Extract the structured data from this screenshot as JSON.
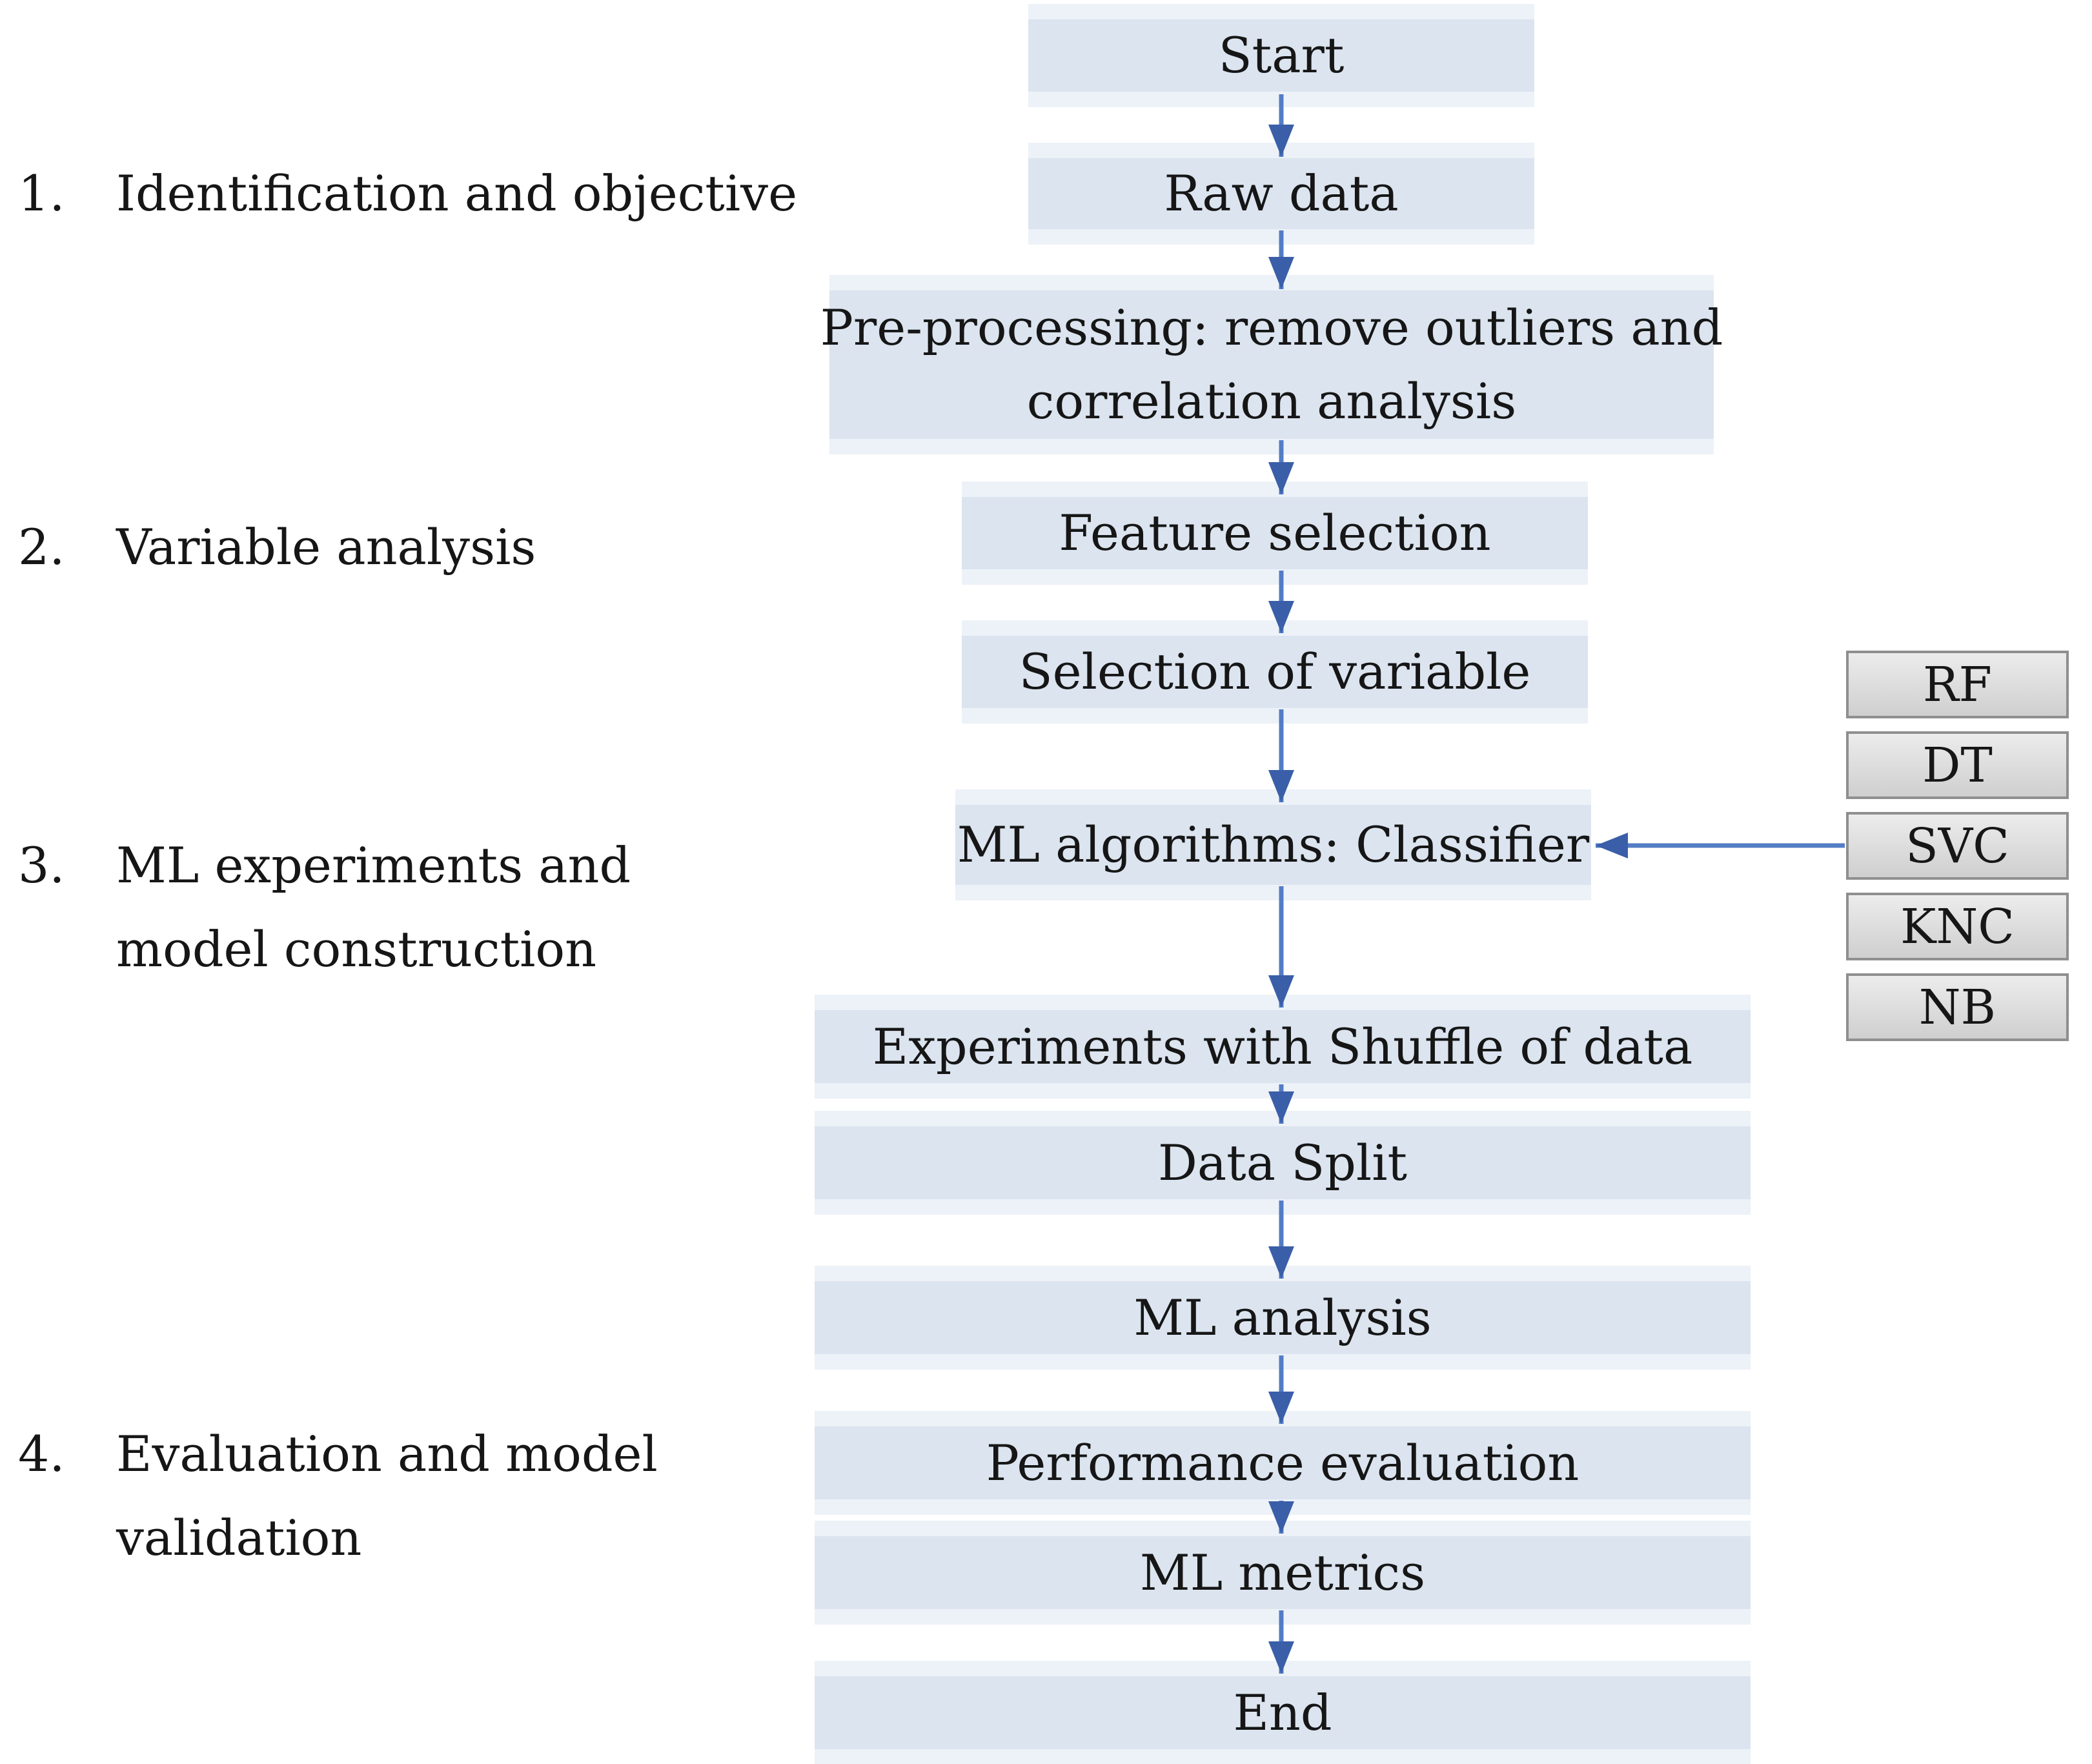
{
  "figure": {
    "type": "flowchart",
    "description": "Machine learning workflow flowchart"
  },
  "steps": [
    {
      "number": "1.",
      "lines": [
        "Identification and objective"
      ]
    },
    {
      "number": "2.",
      "lines": [
        "Variable analysis"
      ]
    },
    {
      "number": "3.",
      "lines": [
        "ML experiments and",
        "model construction"
      ]
    },
    {
      "number": "4.",
      "lines": [
        "Evaluation and model",
        "validation"
      ]
    }
  ],
  "flow": {
    "nodes": [
      {
        "id": "start",
        "lines": [
          "Start"
        ]
      },
      {
        "id": "raw-data",
        "lines": [
          "Raw data"
        ]
      },
      {
        "id": "pre-processing",
        "lines": [
          "Pre-processing: remove outliers and",
          "correlation analysis"
        ]
      },
      {
        "id": "feature-selection",
        "lines": [
          "Feature selection"
        ]
      },
      {
        "id": "selection-of-variable",
        "lines": [
          "Selection of variable"
        ]
      },
      {
        "id": "ml-algorithms",
        "lines": [
          "ML algorithms: Classifier"
        ]
      },
      {
        "id": "experiments-shuffle",
        "lines": [
          "Experiments with Shuffle of data"
        ]
      },
      {
        "id": "data-split",
        "lines": [
          "Data Split"
        ]
      },
      {
        "id": "ml-analysis",
        "lines": [
          "ML analysis"
        ]
      },
      {
        "id": "performance-evaluation",
        "lines": [
          "Performance evaluation"
        ]
      },
      {
        "id": "ml-metrics",
        "lines": [
          "ML metrics"
        ]
      },
      {
        "id": "end",
        "lines": [
          "End"
        ]
      }
    ]
  },
  "algorithms": [
    "RF",
    "DT",
    "SVC",
    "KNC",
    "NB"
  ],
  "colors": {
    "background": "#ffffff",
    "node_fill": "#dbe4ef",
    "node_halo": "#edf2f8",
    "algo_fill_top": "#ececec",
    "algo_fill_bottom": "#cfcfcf",
    "algo_border": "#8f8f8f",
    "arrow_line": "#537dc5",
    "arrow_head": "#3a5fa8",
    "text_color": "#161616"
  }
}
